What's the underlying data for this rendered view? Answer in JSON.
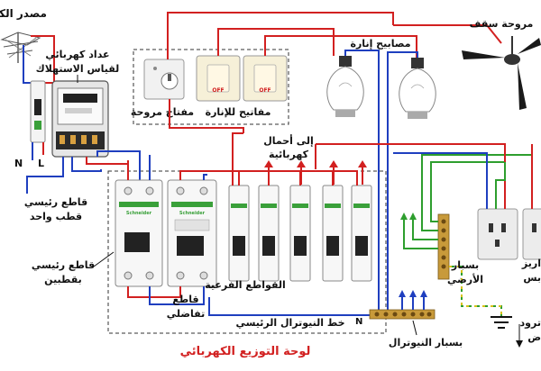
{
  "colors": {
    "phase": "#d22020",
    "neutral": "#1f3fbf",
    "earth": "#2e9e2e",
    "earth_yellow": "#d8c21a",
    "bus_brass": "#c89a3a",
    "breaker_green": "#3aa03a",
    "panel_title": "#d22020"
  },
  "icons": [
    "tower-icon",
    "lightbulb-icon",
    "ceiling-fan-icon",
    "socket-icon",
    "ground-icon",
    "switch-icon",
    "arrow-up-icon"
  ],
  "labels": {
    "source": "مصدر الكه",
    "meter_line1": "عداد كهربائي",
    "meter_line2": "لقياس الاستهلاك",
    "fan_switch": "مفتاح مروحة",
    "light_switches": "مفاتيح للإنارة",
    "lamps": "مصابيح إنارة",
    "ceiling_fan": "مروحة سقف",
    "loads_line1": "إلى أحمال",
    "loads_line2": "كهربائية",
    "single_main_line1": "قاطع رئيسي",
    "single_main_line2": "قطب واحد",
    "double_main_line1": "قاطع رئيسي",
    "double_main_line2": "بقطبين",
    "rcd_line1": "قاطع",
    "rcd_line2": "تفاضلي",
    "sub_breakers": "القواطع الفرعية",
    "main_neutral": "خط النيوترال الرئيسي",
    "earth_bus_line1": "بسبار",
    "earth_bus_line2": "الأرضي",
    "neutral_bus": "بسبار النيوترال",
    "panel_title": "لوحة التوزيع الكهربائي",
    "socket_cut_line1": "اريز",
    "socket_cut_line2": "بس",
    "electrode_cut_line1": "ترود",
    "electrode_cut_line2": "ض",
    "letter_n": "N",
    "letter_l": "L",
    "letter_n_bus": "N"
  },
  "devices": {
    "switch_off": "OFF",
    "breaker_brand": "Schneider"
  }
}
